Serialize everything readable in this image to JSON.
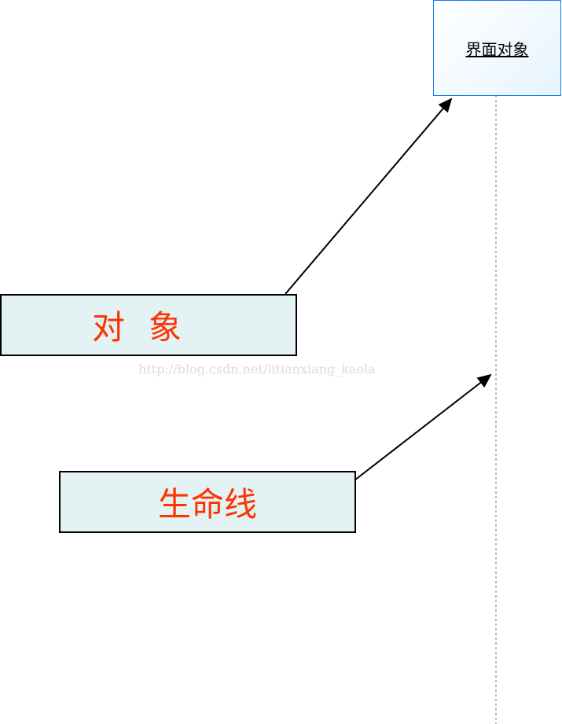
{
  "diagram": {
    "object_box": {
      "label": "界面对象",
      "border_color": "#1a7ee6"
    },
    "callouts": [
      {
        "label": "对象",
        "text_color": "#ff3300",
        "fill": "#e3f3f3"
      },
      {
        "label": "生命线",
        "text_color": "#ff3300",
        "fill": "#e3f3f3"
      }
    ],
    "watermark": "http://blog.csdn.net/litianxiang_kaola"
  }
}
